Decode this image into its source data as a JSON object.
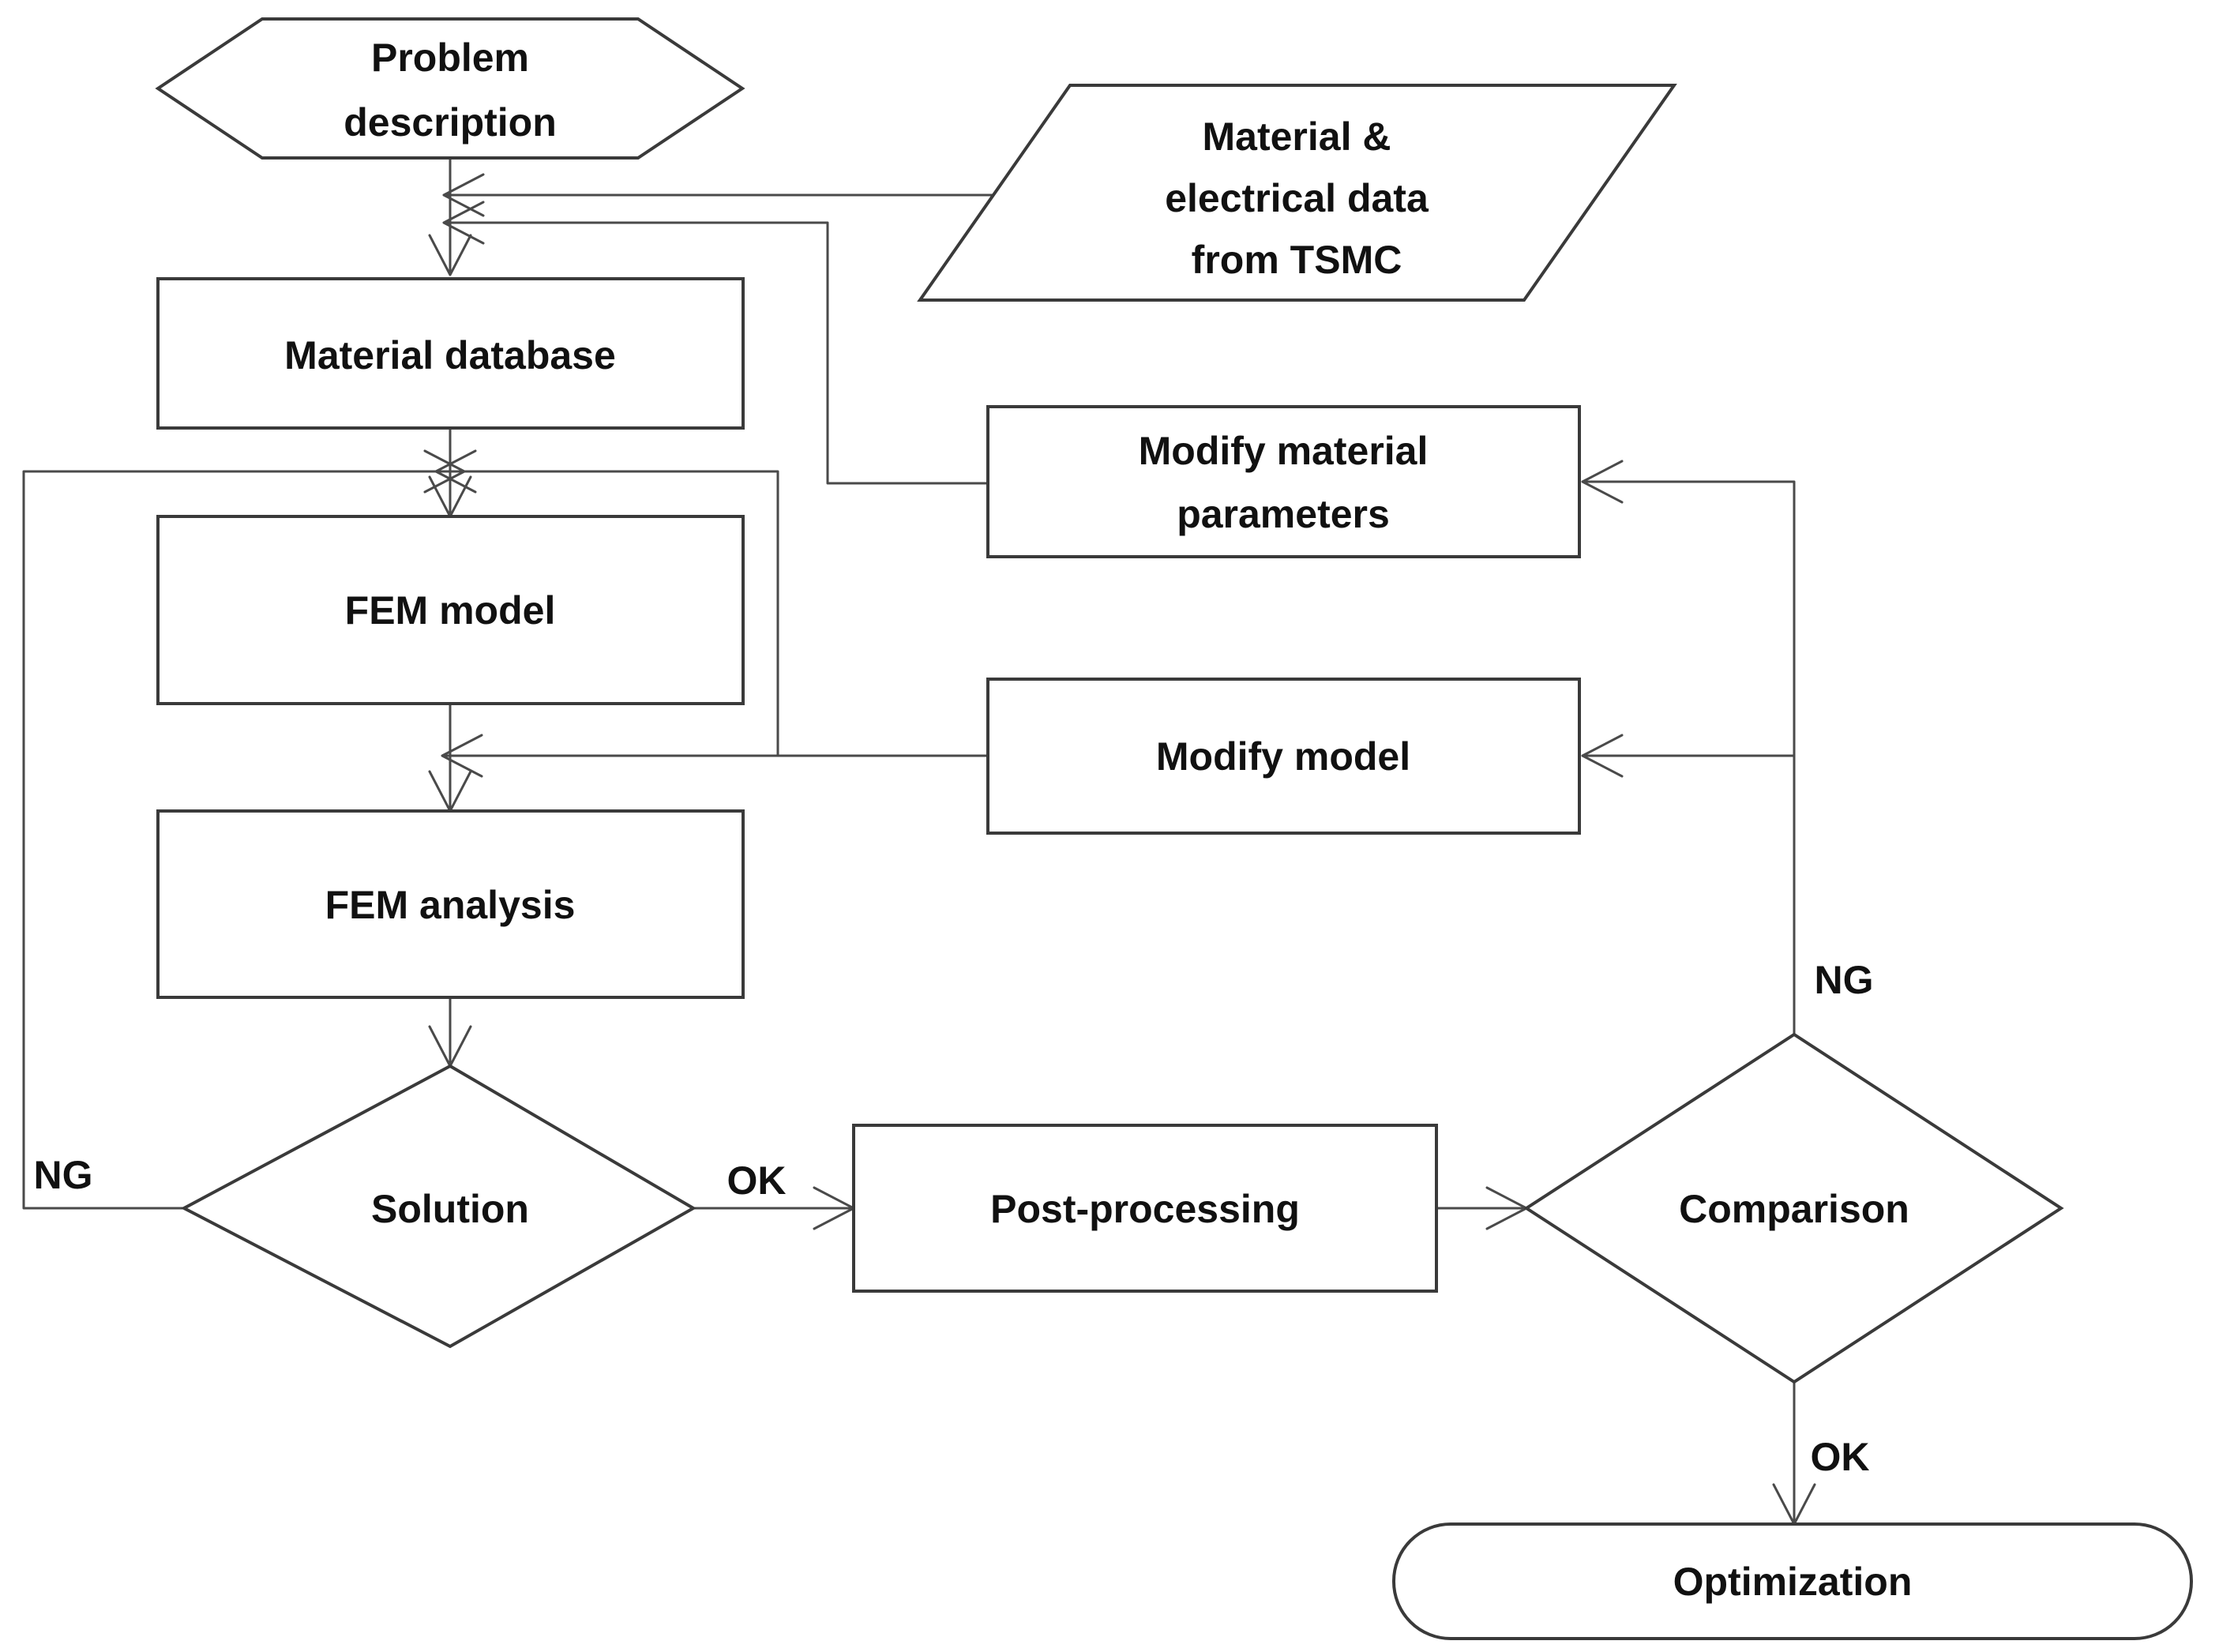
{
  "nodes": {
    "problem_description": {
      "line1": "Problem",
      "line2": "description"
    },
    "material_data_input": {
      "line1": "Material  &",
      "line2": "electrical data",
      "line3": "from TSMC"
    },
    "material_database": {
      "label": "Material database"
    },
    "fem_model": {
      "label": "FEM model"
    },
    "modify_material_parameters": {
      "line1": "Modify material",
      "line2": "parameters"
    },
    "modify_model": {
      "label": "Modify model"
    },
    "fem_analysis": {
      "label": "FEM analysis"
    },
    "solution": {
      "label": "Solution"
    },
    "post_processing": {
      "label": "Post-processing"
    },
    "comparison": {
      "label": "Comparison"
    },
    "optimization": {
      "label": "Optimization"
    }
  },
  "edge_labels": {
    "solution_ng": "NG",
    "solution_ok": "OK",
    "comparison_ng": "NG",
    "comparison_ok": "OK"
  },
  "colors": {
    "background": "#ffffff",
    "shape_stroke": "#3a3a3a",
    "connector_stroke": "#4a4a4a",
    "text": "#111111"
  }
}
